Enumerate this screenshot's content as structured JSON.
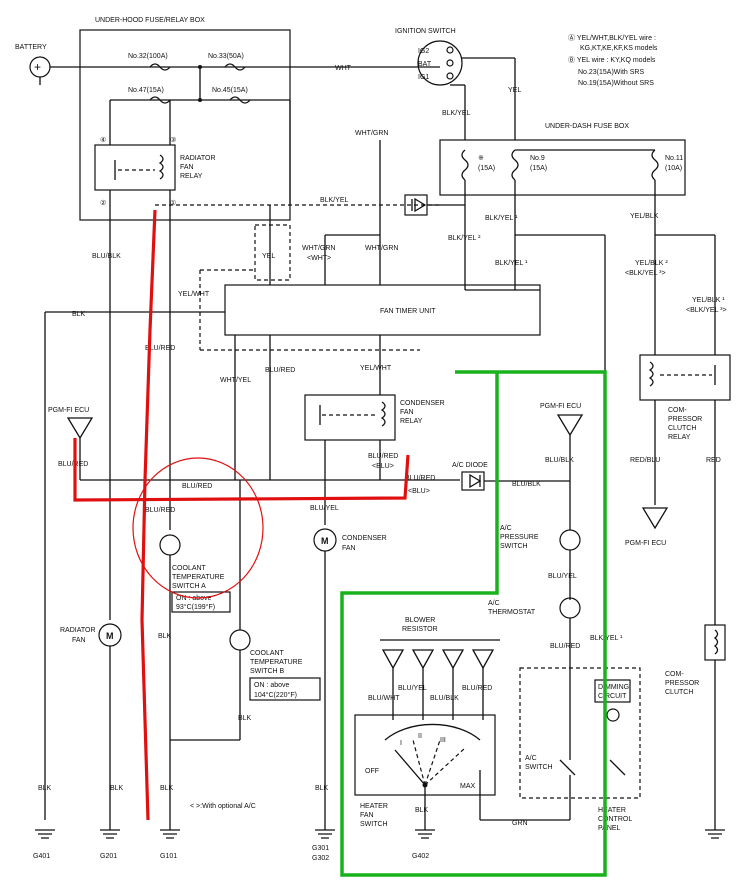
{
  "labels": {
    "battery": "BATTERY",
    "underhood_box": "UNDER-HOOD FUSE/RELAY BOX",
    "fuse32": "No.32(100A)",
    "fuse33": "No.33(50A)",
    "fuse47": "No.47(15A)",
    "fuse45": "No.45(15A)",
    "radiator_relay": [
      "RADIATOR",
      "FAN",
      "RELAY"
    ],
    "ignition_switch": "IGNITION SWITCH",
    "ig2": "IG2",
    "bat": "BAT",
    "ig1": "IG1",
    "whi": "WHT",
    "yel": "YEL",
    "blk_yel": "BLK/YEL",
    "wht_grn": "WHT/GRN",
    "blk_yel_circ": "BLK/YEL",
    "underdash_box": "UNDER-DASH FUSE BOX",
    "fuse_x": "※",
    "fuse_x_amp": "(15A)",
    "fuse9": "No.9",
    "fuse9_amp": "(15A)",
    "fuse11": "No.11",
    "fuse11_amp": "(10A)",
    "blk_yel_1": "BLK/YEL ¹",
    "blk_yel_2": "BLK/YEL ²",
    "yel_blk": "YEL/BLK",
    "yel_blk_2": "YEL/BLK ²",
    "blk_yel_3": "<BLK/YEL ³>",
    "yel_blk_1": "YEL/BLK ¹",
    "blk_yel_3b": "<BLK/YEL ³>",
    "legend1": "Ⓐ YEL/WHT,BLK/YEL wire :",
    "legend1b": "KG,KT,KE,KF,KS models",
    "legend2": "Ⓑ YEL wire : KY,KQ models",
    "legend3": "No.23(15A)With SRS",
    "legend4": "No.19(15A)Without SRS",
    "yel_wht": "YEL/WHT",
    "fan_timer": "FAN TIMER UNIT",
    "blk": "BLK",
    "blu_blk": "BLU/BLK",
    "blu_red": "BLU/RED",
    "wht_yel": "WHT/YEL",
    "wht_grn_b": "WHT/GRN",
    "wht_b": "<WHT>",
    "yel_wht_b": "YEL/WHT",
    "condenser_relay": [
      "CONDENSER",
      "FAN",
      "RELAY"
    ],
    "pgmfi_ecu": "PGM-FI ECU",
    "blu_red_b": "BLU/RED",
    "blu_b": "<BLU>",
    "ac_diode": "A/C DIODE",
    "blu_blk_b": "BLU/BLK",
    "blu_yel": "BLU/YEL",
    "condenser_fan": "CONDENSER",
    "condenser_fan2": "FAN",
    "coolant_a": [
      "COOLANT",
      "TEMPERATURE",
      "SWITCH A"
    ],
    "coolant_a_on": "ON : above",
    "coolant_a_temp": "93°C(199°F)",
    "coolant_b": [
      "COOLANT",
      "TEMPERATURE",
      "SWITCH B"
    ],
    "coolant_b_on": "ON : above",
    "coolant_b_temp": "104°C(220°F)",
    "radiator_fan": [
      "RADIATOR",
      "FAN"
    ],
    "ac_pressure": [
      "A/C",
      "PRESSURE",
      "SWITCH"
    ],
    "blu_yel_b": "BLU/YEL",
    "ac_thermostat": [
      "A/C",
      "THERMOSTAT"
    ],
    "blu_red_c": "BLU/RED",
    "blower_resistor": [
      "BLOWER",
      "RESISTOR"
    ],
    "blu_wht": "BLU/WHT",
    "blu_yel_c": "BLU/YEL",
    "blu_blk_c": "BLU/BLK",
    "blu_red_d": "BLU/RED",
    "off": "OFF",
    "max": "MAX",
    "s1": "I",
    "s2": "II",
    "s3": "III",
    "heater_fan_switch": [
      "HEATER",
      "FAN",
      "SWITCH"
    ],
    "ac_switch": [
      "A/C",
      "SWITCH"
    ],
    "dimming": [
      "DIMMING",
      "CIRCUIT"
    ],
    "heater_panel": [
      "HEATER",
      "CONTROL",
      "PANEL"
    ],
    "grn": "GRN",
    "blk_yel_1b": "BLK/YEL ¹",
    "compressor_relay": [
      "COM-",
      "PRESSOR",
      "CLUTCH",
      "RELAY"
    ],
    "red_blu": "RED/BLU",
    "red": "RED",
    "pgmfi_ecu2": "PGM-FI ECU",
    "compressor_clutch": [
      "COM-",
      "PRESSOR",
      "CLUTCH"
    ],
    "optional": "< >:With optional A/C",
    "g401": "G401",
    "g201": "G201",
    "g101": "G101",
    "g301": "G301",
    "g302": "G302",
    "g402": "G402",
    "num1": "①",
    "num2": "②",
    "num3": "③",
    "num4": "④"
  },
  "colors": {
    "line": "#111111",
    "markup_red": "#e01010",
    "markup_green": "#19b21c"
  }
}
